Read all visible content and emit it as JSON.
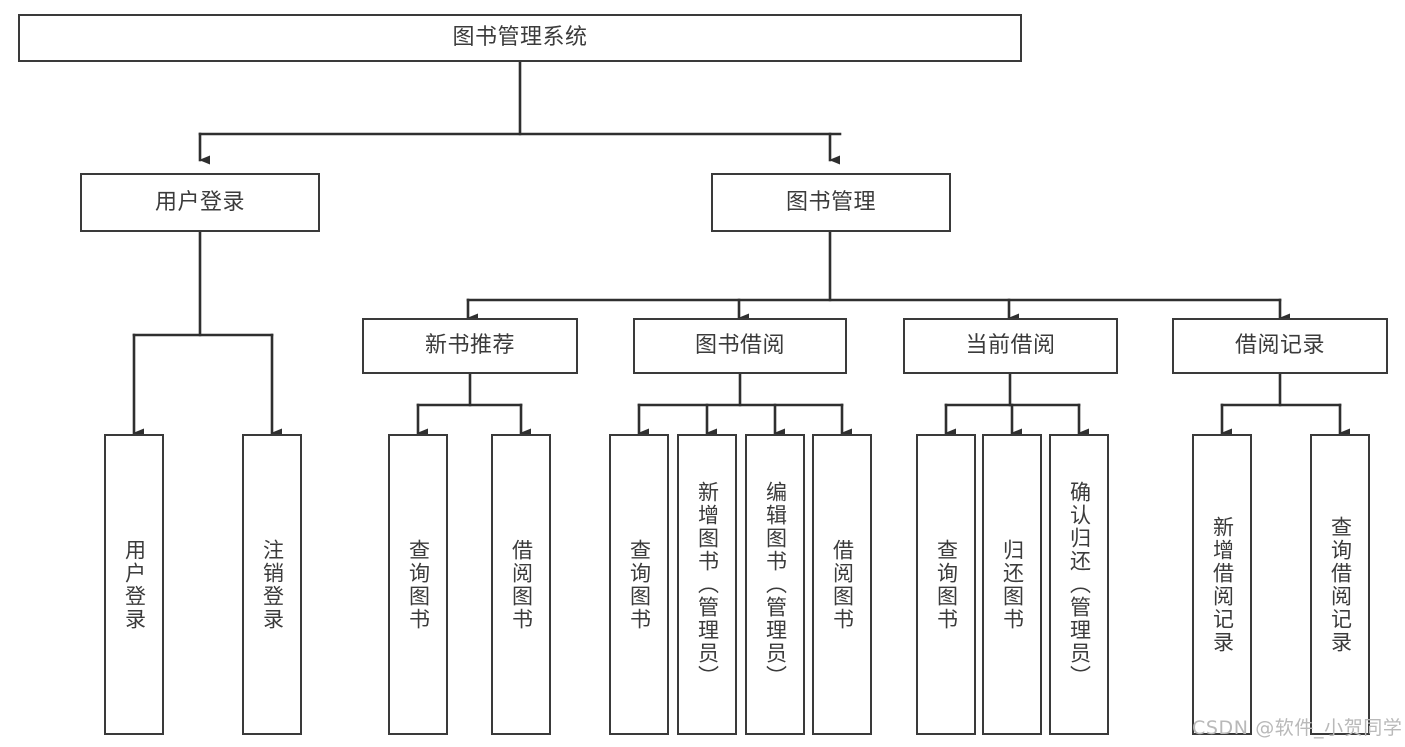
{
  "diagram": {
    "type": "tree-functional-structure",
    "title": "图书管理系统",
    "watermark": "CSDN @软件_小贺同学",
    "colors": {
      "box_border": "#3a3a3a",
      "box_fill": "#ffffff",
      "text": "#3b3b3b",
      "connector": "#2f2f2f",
      "watermark": "#b9b9b9",
      "background": "#ffffff"
    },
    "levels": [
      {
        "level": 1,
        "nodes": [
          {
            "id": "root",
            "label": "图书管理系统",
            "orientation": "horizontal"
          }
        ]
      },
      {
        "level": 2,
        "nodes": [
          {
            "id": "user-login",
            "label": "用户登录",
            "orientation": "horizontal",
            "parent": "root"
          },
          {
            "id": "book-manage",
            "label": "图书管理",
            "orientation": "horizontal",
            "parent": "root"
          }
        ]
      },
      {
        "level": 3,
        "nodes": [
          {
            "id": "new-book-rec",
            "label": "新书推荐",
            "orientation": "horizontal",
            "parent": "book-manage"
          },
          {
            "id": "book-borrow",
            "label": "图书借阅",
            "orientation": "horizontal",
            "parent": "book-manage"
          },
          {
            "id": "current-borrow",
            "label": "当前借阅",
            "orientation": "horizontal",
            "parent": "book-manage"
          },
          {
            "id": "borrow-record",
            "label": "借阅记录",
            "orientation": "horizontal",
            "parent": "book-manage"
          }
        ]
      },
      {
        "level": 4,
        "nodes": [
          {
            "id": "leaf-user-login",
            "label": "用户登录",
            "orientation": "vertical",
            "parent": "user-login"
          },
          {
            "id": "leaf-logout",
            "label": "注销登录",
            "orientation": "vertical",
            "parent": "user-login"
          },
          {
            "id": "leaf-query-book-1",
            "label": "查询图书",
            "orientation": "vertical",
            "parent": "new-book-rec"
          },
          {
            "id": "leaf-borrow-book-1",
            "label": "借阅图书",
            "orientation": "vertical",
            "parent": "new-book-rec"
          },
          {
            "id": "leaf-query-book-2",
            "label": "查询图书",
            "orientation": "vertical",
            "parent": "book-borrow"
          },
          {
            "id": "leaf-add-book",
            "label": "新增图书（管理员）",
            "orientation": "vertical",
            "parent": "book-borrow"
          },
          {
            "id": "leaf-edit-book",
            "label": "编辑图书（管理员）",
            "orientation": "vertical",
            "parent": "book-borrow"
          },
          {
            "id": "leaf-borrow-book-2",
            "label": "借阅图书",
            "orientation": "vertical",
            "parent": "book-borrow"
          },
          {
            "id": "leaf-query-book-3",
            "label": "查询图书",
            "orientation": "vertical",
            "parent": "current-borrow"
          },
          {
            "id": "leaf-return-book",
            "label": "归还图书",
            "orientation": "vertical",
            "parent": "current-borrow"
          },
          {
            "id": "leaf-confirm-return",
            "label": "确认归还（管理员）",
            "orientation": "vertical",
            "parent": "current-borrow"
          },
          {
            "id": "leaf-add-record",
            "label": "新增借阅记录",
            "orientation": "vertical",
            "parent": "borrow-record"
          },
          {
            "id": "leaf-query-record",
            "label": "查询借阅记录",
            "orientation": "vertical",
            "parent": "borrow-record"
          }
        ]
      }
    ]
  }
}
